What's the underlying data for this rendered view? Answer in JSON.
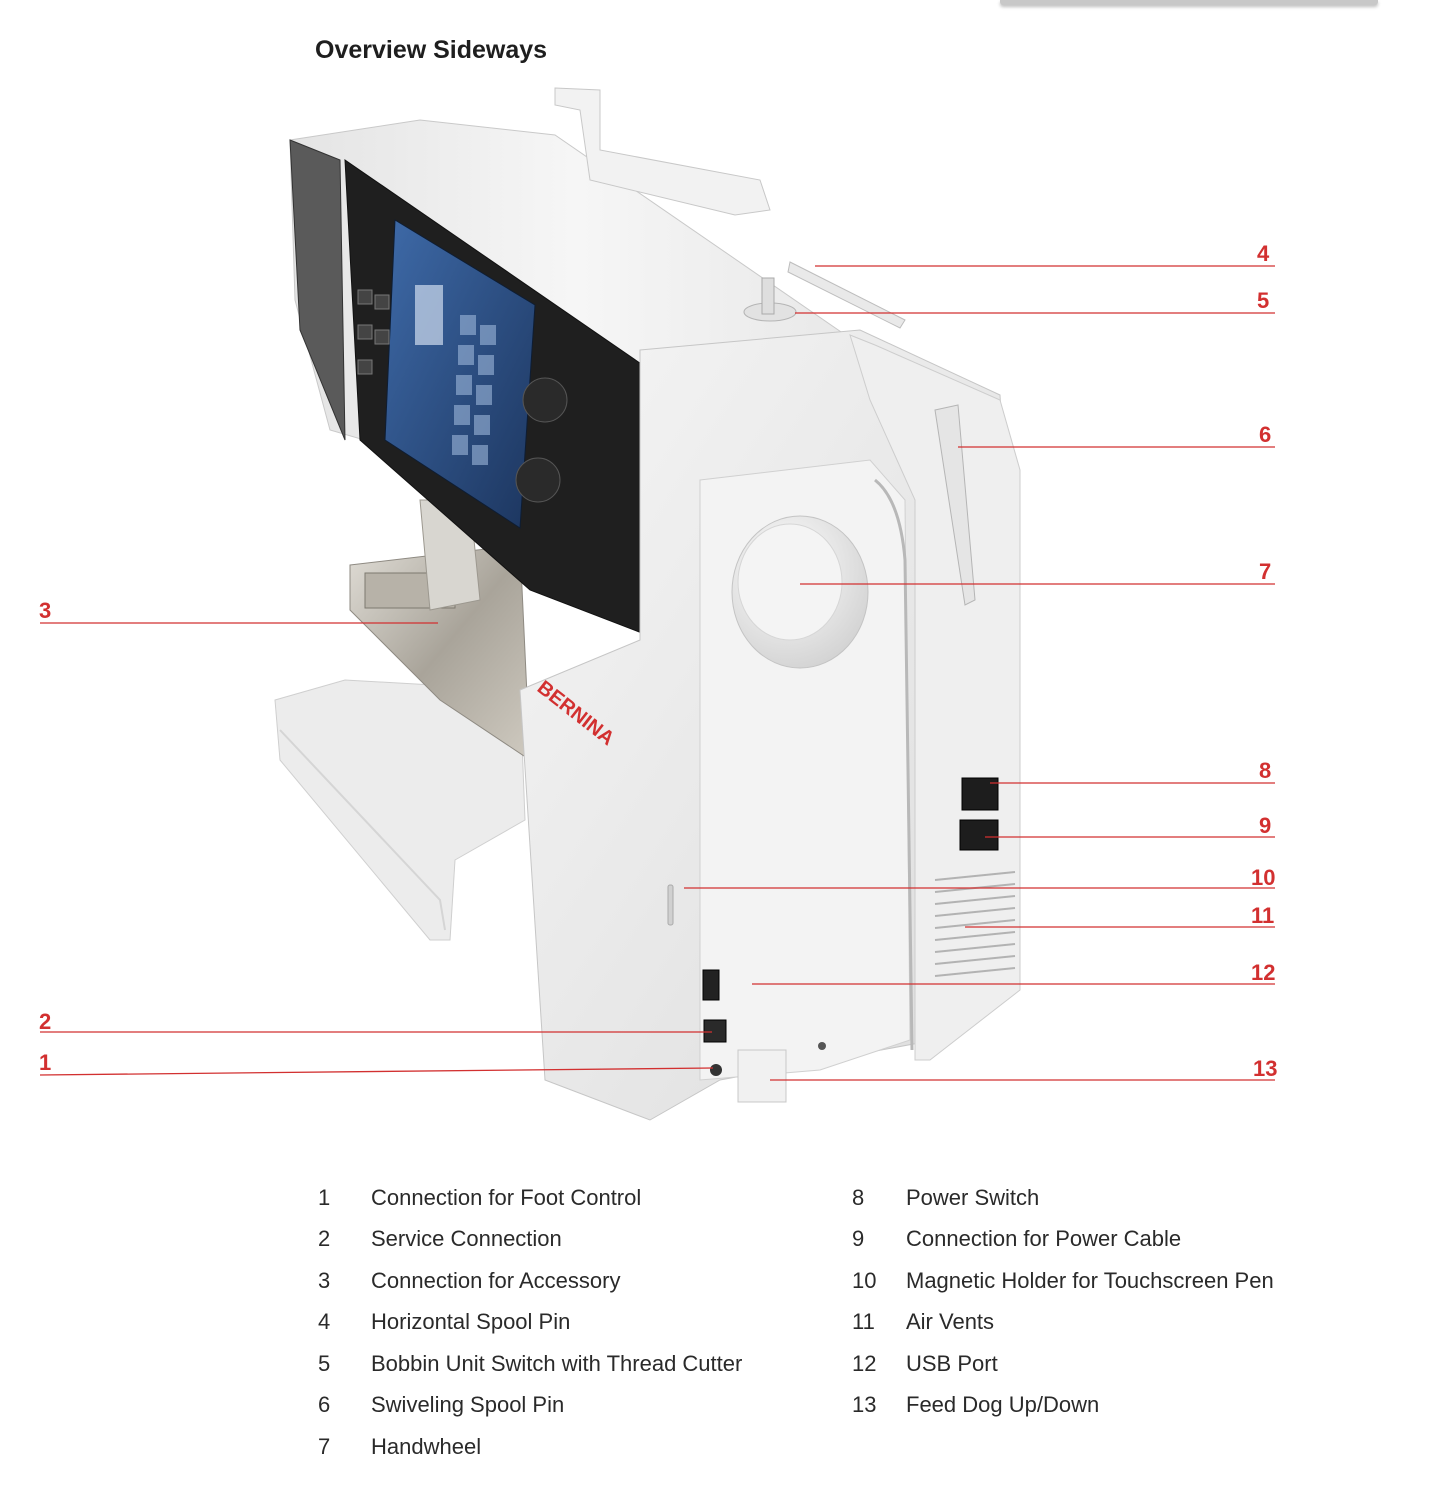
{
  "page": {
    "title": "Overview Sideways"
  },
  "figure": {
    "brand": "BERNINA"
  },
  "callouts": [
    "1",
    "2",
    "3",
    "4",
    "5",
    "6",
    "7",
    "8",
    "9",
    "10",
    "11",
    "12",
    "13"
  ],
  "legend": [
    {
      "num": "1",
      "text": "Connection for Foot Control"
    },
    {
      "num": "2",
      "text": "Service Connection"
    },
    {
      "num": "3",
      "text": "Connection for Accessory"
    },
    {
      "num": "4",
      "text": "Horizontal Spool Pin"
    },
    {
      "num": "5",
      "text": "Bobbin Unit Switch with Thread Cutter"
    },
    {
      "num": "6",
      "text": "Swiveling Spool Pin"
    },
    {
      "num": "7",
      "text": "Handwheel"
    },
    {
      "num": "8",
      "text": "Power Switch"
    },
    {
      "num": "9",
      "text": "Connection for Power Cable"
    },
    {
      "num": "10",
      "text": "Magnetic Holder for Touchscreen Pen"
    },
    {
      "num": "11",
      "text": "Air Vents"
    },
    {
      "num": "12",
      "text": "USB Port"
    },
    {
      "num": "13",
      "text": "Feed Dog Up/Down"
    }
  ],
  "colors": {
    "callout": "#d23030",
    "text": "#2a2a2a"
  }
}
